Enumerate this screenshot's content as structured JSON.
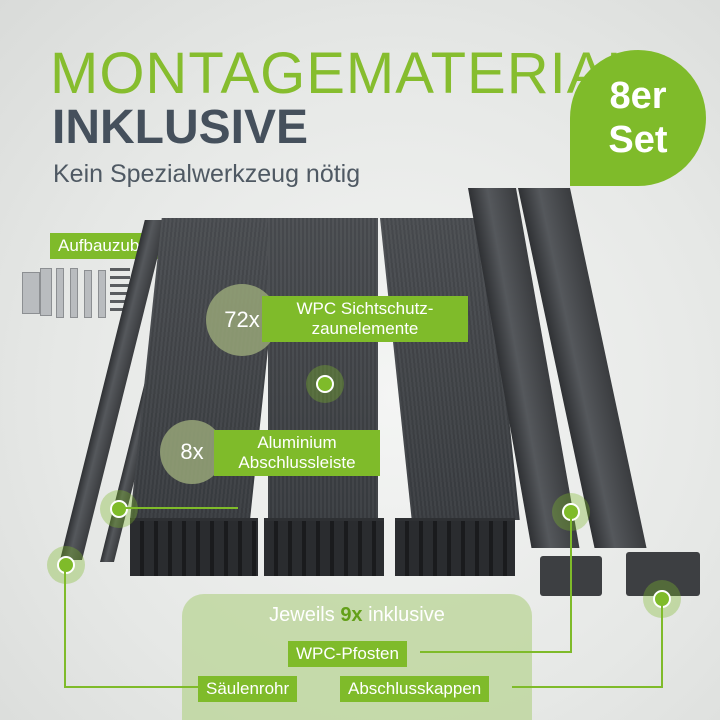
{
  "headline": {
    "line1": "MONTAGEMATERIAL",
    "line2": "INKLUSIVE",
    "subline": "Kein Spezialwerkzeug nötig"
  },
  "badge": {
    "line1": "8er",
    "line2": "Set"
  },
  "labels": {
    "aufbau": "Aufbauzubehör",
    "wpc_count": "72x",
    "wpc_line1": "WPC Sichtschutz-",
    "wpc_line2": "zaunelemente",
    "alu_count": "8x",
    "alu_line1": "Aluminium",
    "alu_line2": "Abschlussleiste",
    "inclusive_prefix": "Jeweils ",
    "inclusive_count": "9x",
    "inclusive_suffix": " inklusive",
    "pfosten": "WPC-Pfosten",
    "saeulenrohr": "Säulenrohr",
    "kappen": "Abschlusskappen"
  },
  "colors": {
    "accent": "#7fbb2a",
    "headline_dark": "#45505c"
  }
}
